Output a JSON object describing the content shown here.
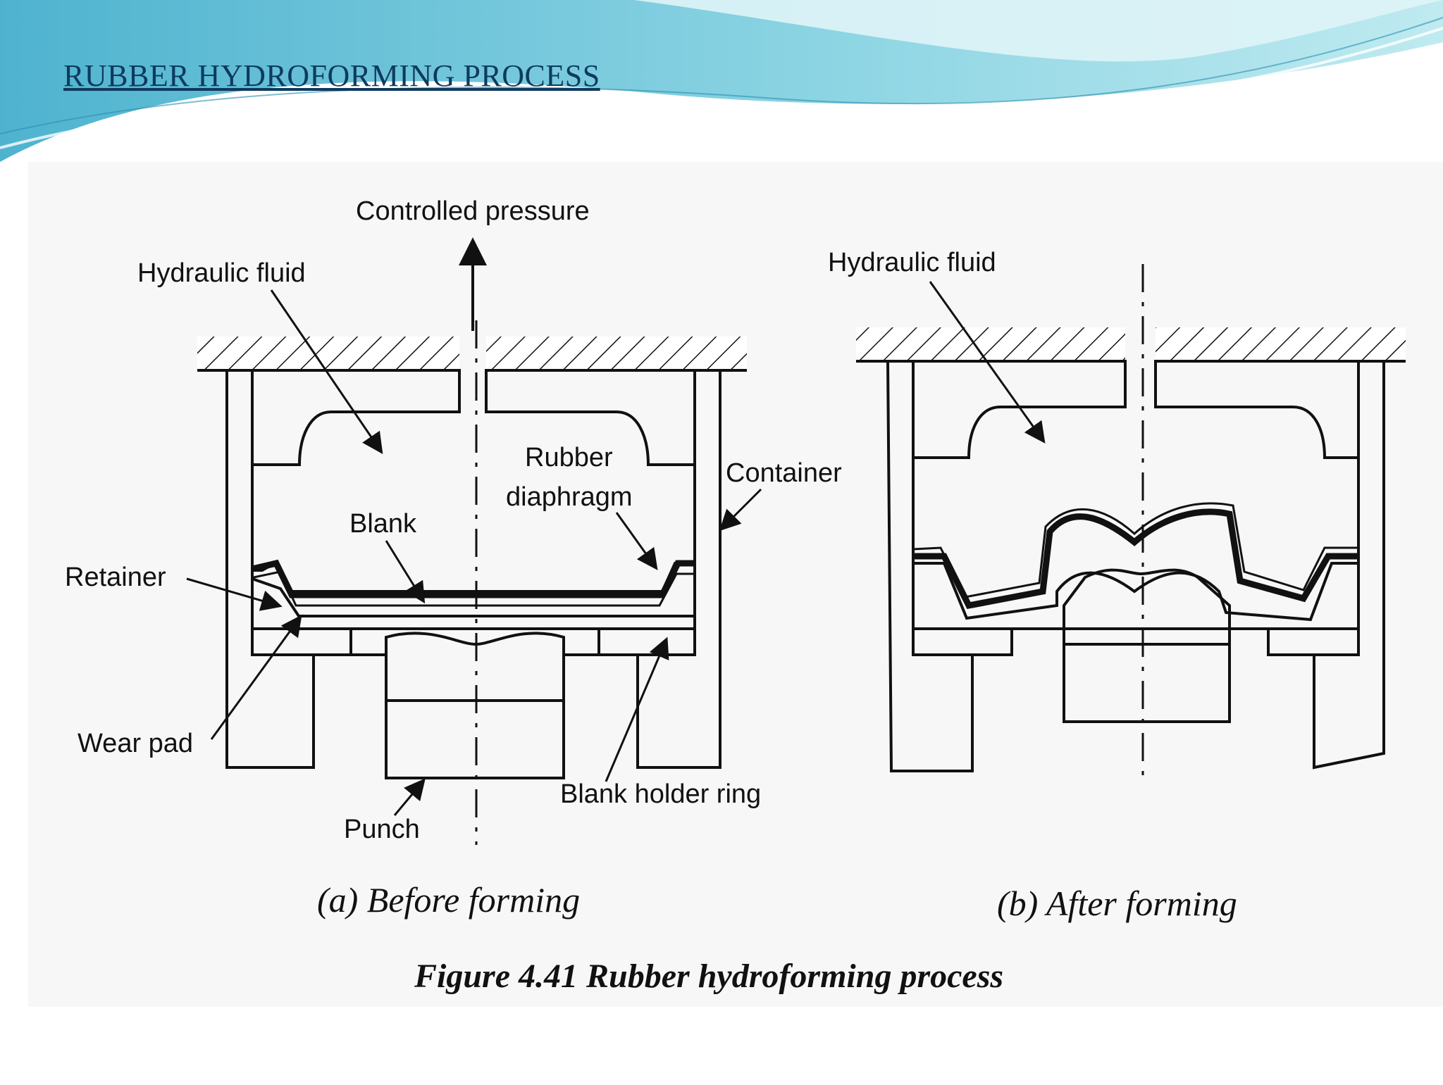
{
  "slide": {
    "title": "RUBBER HYDROFORMING PROCESS",
    "colors": {
      "wave_dark": "#3fa9c9",
      "wave_light": "#9fdde8",
      "title": "#0e3a5e",
      "scan_bg": "#f7f7f7"
    }
  },
  "figure": {
    "panel_a": {
      "caption": "(a) Before forming",
      "labels": {
        "controlled_pressure": "Controlled pressure",
        "hydraulic_fluid": "Hydraulic fluid",
        "rubber": "Rubber",
        "diaphragm": "diaphragm",
        "container": "Container",
        "blank": "Blank",
        "retainer": "Retainer",
        "wear_pad": "Wear pad",
        "punch": "Punch",
        "blank_holder_ring": "Blank holder ring"
      }
    },
    "panel_b": {
      "caption": "(b) After forming",
      "labels": {
        "hydraulic_fluid": "Hydraulic fluid"
      }
    },
    "caption": "Figure 4.41 Rubber hydroforming process"
  }
}
